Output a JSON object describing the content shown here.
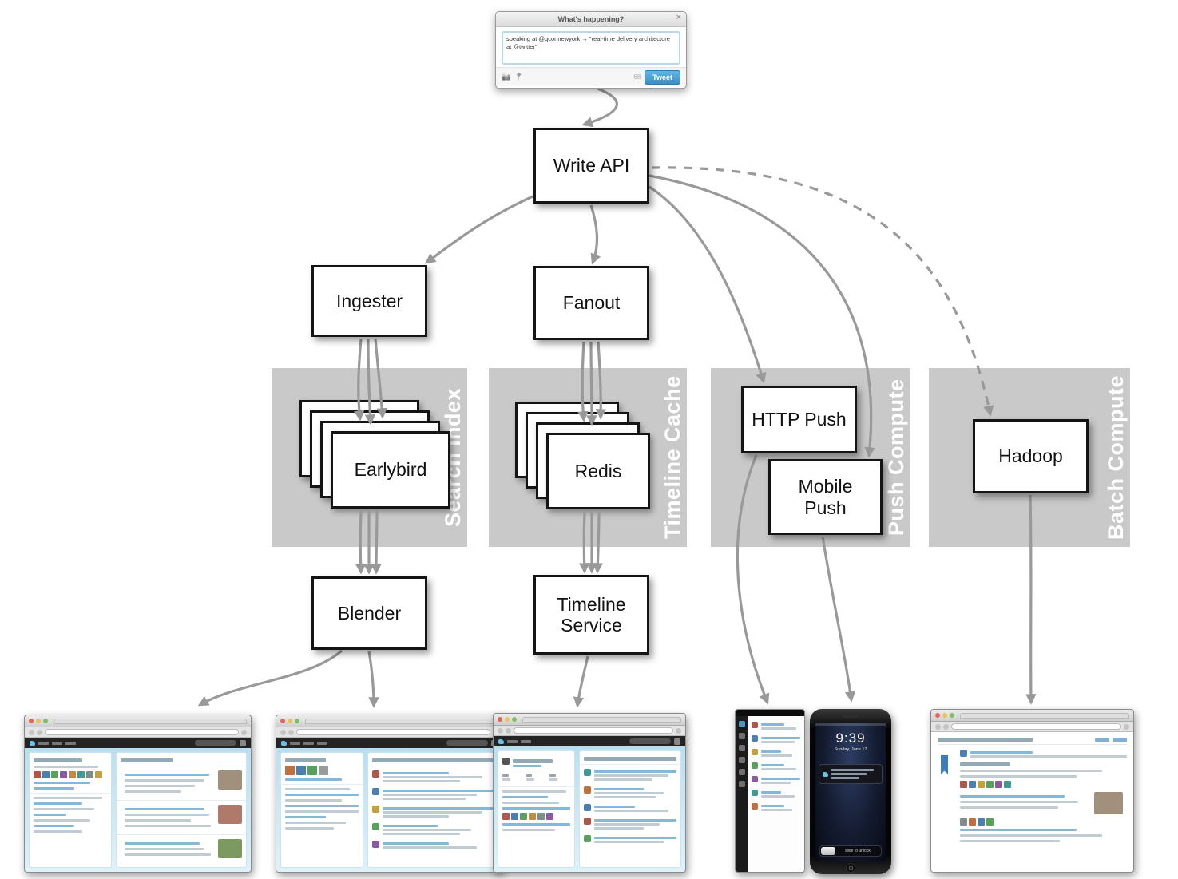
{
  "compose": {
    "title": "What's happening?",
    "close": "×",
    "tweet_text": "speaking at @qconnewyork → \"real-time delivery architecture at @twitter\"",
    "char_count": "68",
    "tweet_button": "Tweet",
    "camera_icon": "📷",
    "location_icon": "📍"
  },
  "nodes": {
    "write_api": "Write API",
    "ingester": "Ingester",
    "fanout": "Fanout",
    "earlybird": "Earlybird",
    "redis": "Redis",
    "http_push": "HTTP Push",
    "mobile_push": "Mobile Push",
    "hadoop": "Hadoop",
    "blender": "Blender",
    "timeline_service": "Timeline Service"
  },
  "zones": {
    "search_index": "Search Index",
    "timeline_cache": "Timeline Cache",
    "push_compute": "Push Compute",
    "batch_compute": "Batch Compute"
  },
  "phone": {
    "time": "9:39",
    "date": "Sunday, June 17",
    "slide_label": "slide to unlock"
  },
  "colors": {
    "arrow": "#999999",
    "zone": "#c9c9c9",
    "tweet_blue": "#4aa8d8",
    "sky": "#bfe2f0"
  }
}
